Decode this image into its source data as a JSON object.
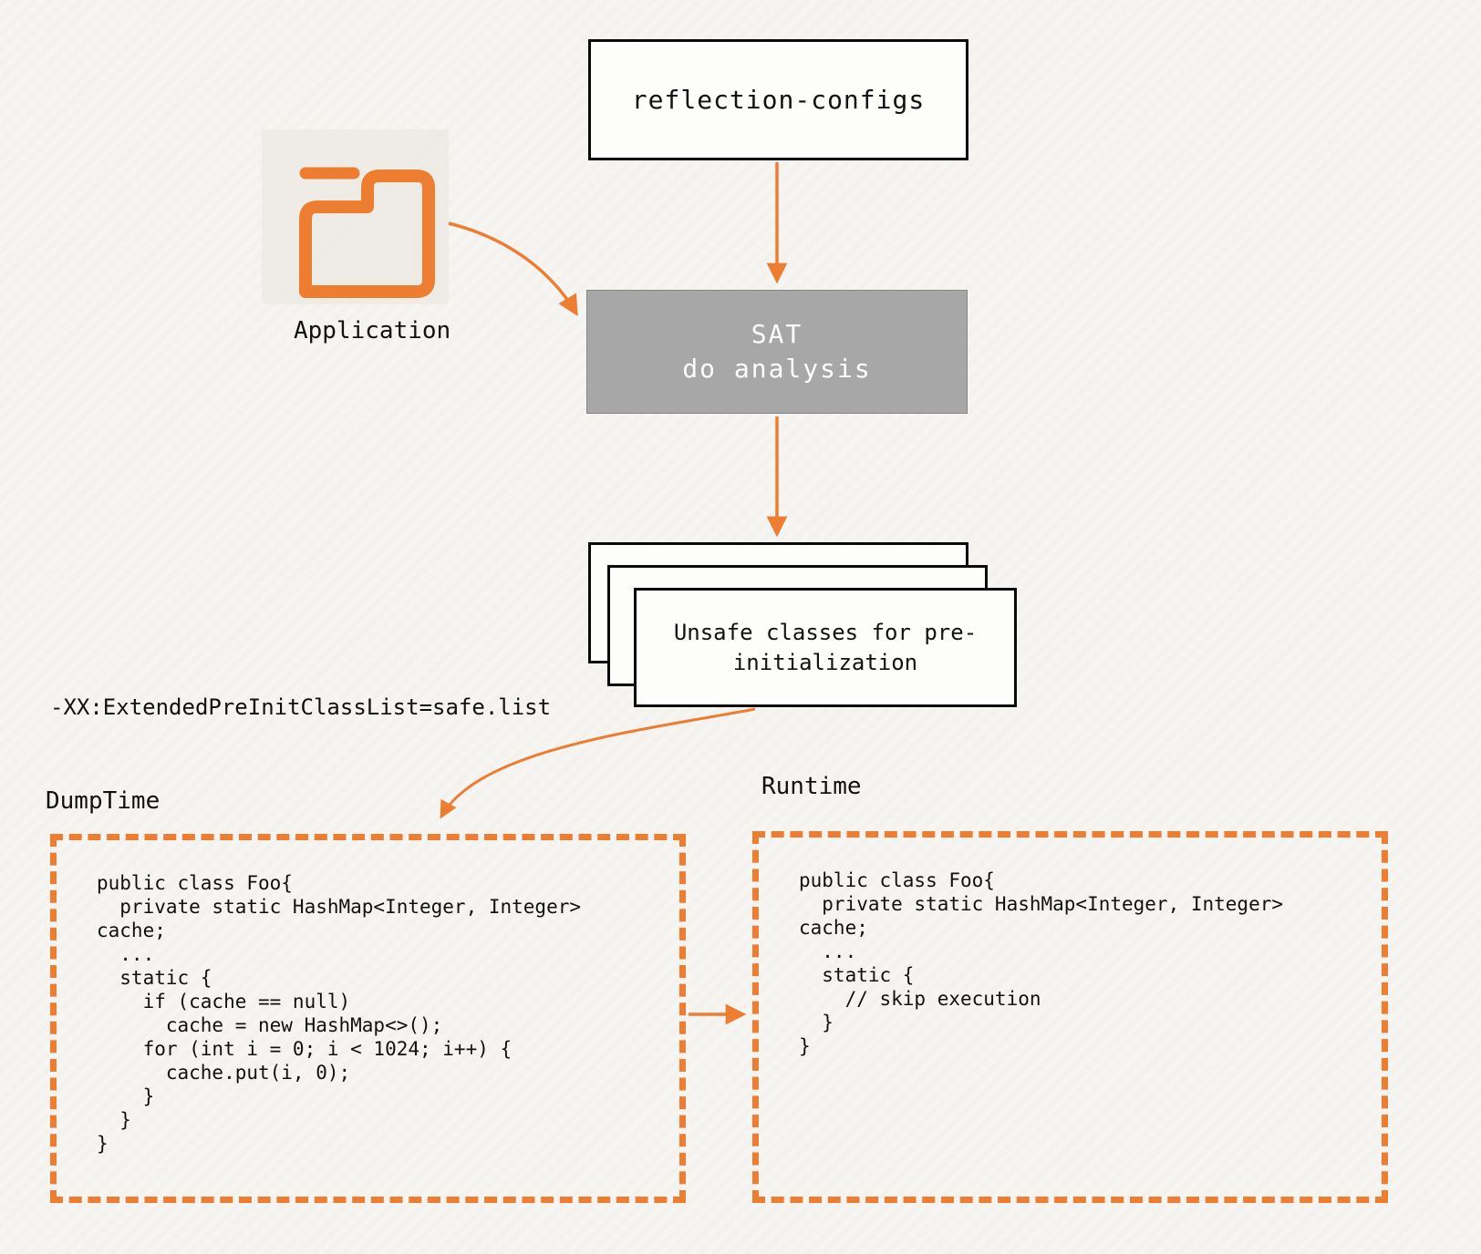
{
  "colors": {
    "accent_orange": "#ED7D31",
    "sat_gray": "#A7A7A7",
    "box_border": "#0A0A0A",
    "background": "#F6F5F2"
  },
  "diagram": {
    "reflection_configs": {
      "label": "reflection-configs"
    },
    "application": {
      "label": "Application",
      "icon": "folder-icon"
    },
    "sat": {
      "title": "SAT",
      "subtitle": "do analysis"
    },
    "unsafe_output": {
      "label": "Unsafe classes for pre-initialization"
    },
    "jvm_flag": {
      "label": "-XX:ExtendedPreInitClassList=safe.list"
    },
    "dump_time": {
      "label": "DumpTime",
      "code": "public class Foo{\n  private static HashMap<Integer, Integer>\ncache;\n  ...\n  static {\n    if (cache == null)\n      cache = new HashMap<>();\n    for (int i = 0; i < 1024; i++) {\n      cache.put(i, 0);\n    }\n  }\n}"
    },
    "runtime": {
      "label": "Runtime",
      "code": "public class Foo{\n  private static HashMap<Integer, Integer>\ncache;\n  ...\n  static {\n    // skip execution\n  }\n}"
    }
  }
}
